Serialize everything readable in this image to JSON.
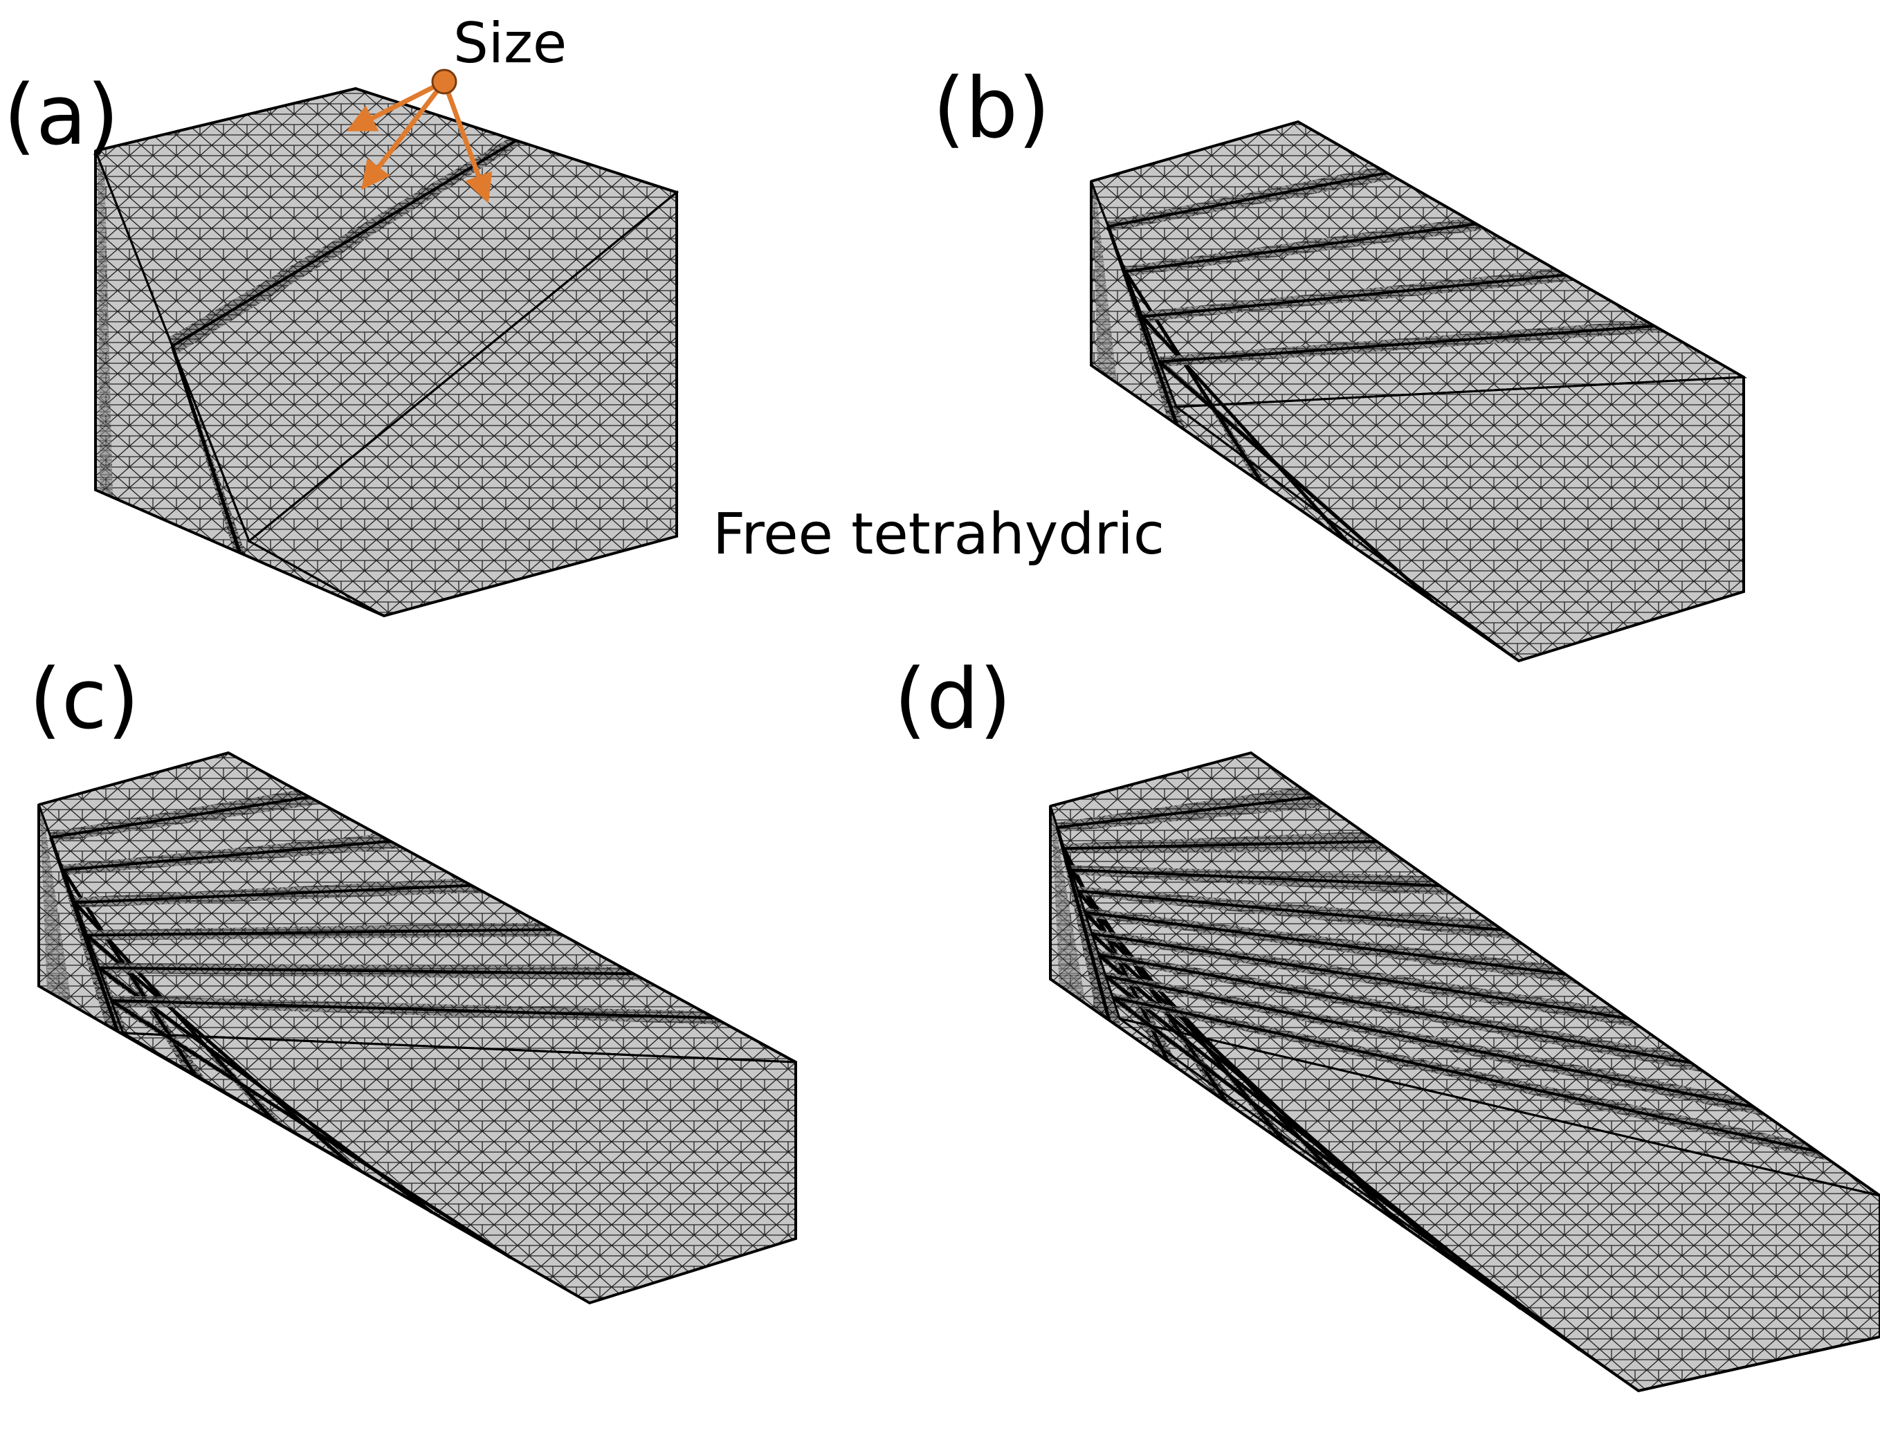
{
  "panels": [
    {
      "id": "a",
      "label": "(a)",
      "segments": 2
    },
    {
      "id": "b",
      "label": "(b)",
      "segments": 5
    },
    {
      "id": "c",
      "label": "(c)",
      "segments": 7
    },
    {
      "id": "d",
      "label": "(d)",
      "segments": 10
    }
  ],
  "annotation": {
    "size_label": "Size",
    "arrow_count": 3
  },
  "caption": "Free tetrahydric",
  "colors": {
    "mesh_face": "#c7c7c7",
    "mesh_line": "#1e1e1e",
    "dense_band": "#0d0d0d",
    "edge": "#000000",
    "accent": "#e07b2e",
    "background": "#ffffff"
  }
}
